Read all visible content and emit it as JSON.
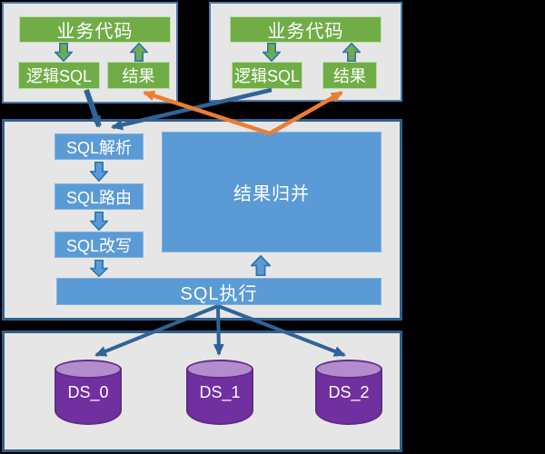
{
  "clients": [
    {
      "business": "业务代码",
      "logic_sql": "逻辑SQL",
      "result": "结果"
    },
    {
      "business": "业务代码",
      "logic_sql": "逻辑SQL",
      "result": "结果"
    }
  ],
  "core": {
    "steps": [
      "SQL解析",
      "SQL路由",
      "SQL改写"
    ],
    "merge": "结果归并",
    "execute": "SQL执行"
  },
  "datasources": [
    "DS_0",
    "DS_1",
    "DS_2"
  ],
  "colors": {
    "background": "#000000",
    "panel_bg": "#E7E6E6",
    "panel_border_light": "#4A7BAB",
    "panel_border_dark": "#2E5F8F",
    "green_box": "#70AD47",
    "blue_box": "#5B9BD5",
    "block_arrow_outline": "#2E75B6",
    "connector_blue": "#2F6496",
    "connector_orange": "#ED7D31",
    "cylinder_body": "#7030A0",
    "cylinder_top": "#B48CCD",
    "text": "#FFFFFF"
  }
}
